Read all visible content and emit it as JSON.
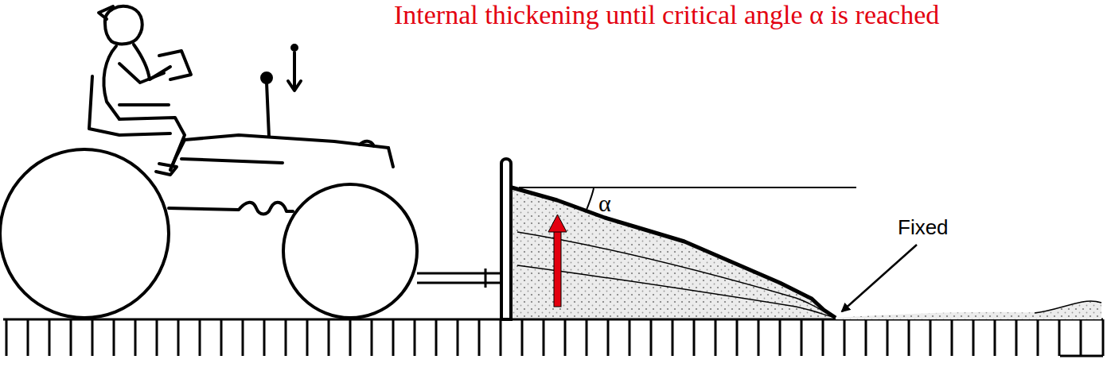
{
  "diagram": {
    "title": "Internal thickening until critical angle α is reached",
    "labels": [
      "α",
      "Fixed"
    ]
  }
}
